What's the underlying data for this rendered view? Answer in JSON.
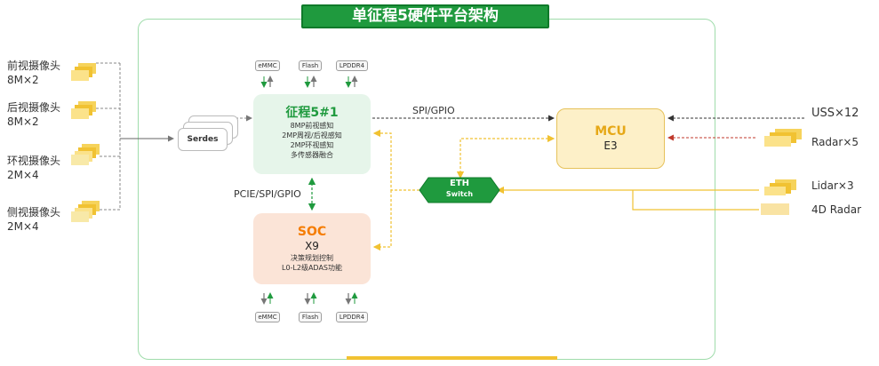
{
  "title": "单征程5硬件平台架构",
  "cameras": [
    {
      "name": "前视摄像头",
      "spec": "8M×2"
    },
    {
      "name": "后视摄像头",
      "spec": "8M×2"
    },
    {
      "name": "环视摄像头",
      "spec": "2M×4"
    },
    {
      "name": "侧视摄像头",
      "spec": "2M×4"
    }
  ],
  "serdes": "Serdes",
  "memory_chips": [
    "eMMC",
    "Flash",
    "LPDDR4"
  ],
  "journey5": {
    "name": "征程5#1",
    "lines": [
      "8MP前视感知",
      "2MP周视/后视感知",
      "2MP环视感知",
      "多传感器融合"
    ]
  },
  "soc": {
    "name": "SOC",
    "model": "X9",
    "lines": [
      "决策规划控制",
      "L0-L2级ADAS功能"
    ]
  },
  "mcu": {
    "name": "MCU",
    "model": "E3"
  },
  "eth": {
    "name": "ETH",
    "sub": "Switch"
  },
  "links": {
    "spi_gpio": "SPI/GPIO",
    "pcie": "PCIE/SPI/GPIO"
  },
  "sensors_right": [
    "USS×12",
    "Radar×5",
    "Lidar×3",
    "4D Radar"
  ],
  "colors": {
    "green": "#1f9a3e",
    "orange": "#f57c00",
    "yellow": "#f1c232",
    "mcu_title": "#e6a817",
    "red": "#c0392b"
  }
}
